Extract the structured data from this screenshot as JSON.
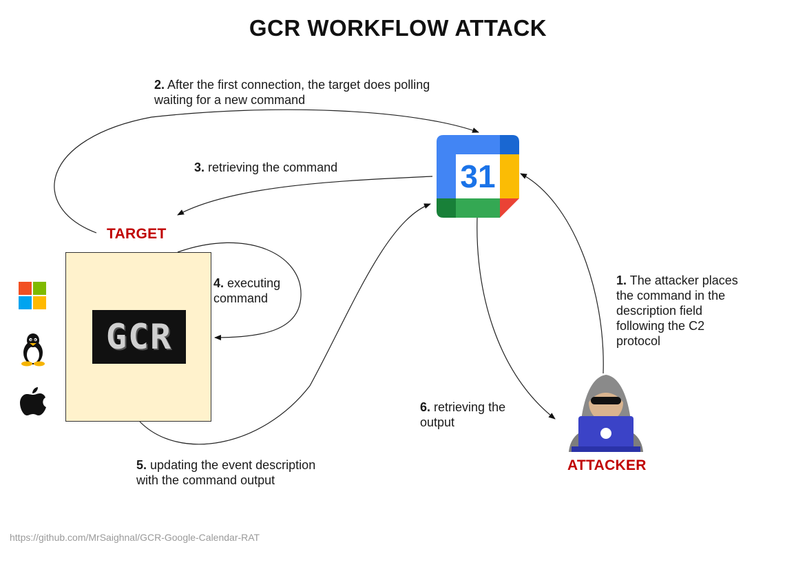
{
  "title": "GCR WORKFLOW ATTACK",
  "actors": {
    "target_label": "TARGET",
    "attacker_label": "ATTACKER"
  },
  "target_box": {
    "logo_text": "GCR",
    "os_icons": [
      "windows-icon",
      "linux-tux-icon",
      "apple-icon"
    ]
  },
  "calendar_icon": {
    "name": "google-calendar-icon",
    "day": "31"
  },
  "steps": [
    {
      "num": "1.",
      "line1": "The attacker places",
      "line2": "the command in the",
      "line3": "description field",
      "line4": "following the C2",
      "line5": "protocol"
    },
    {
      "num": "2.",
      "line1": "After the first connection, the target does polling",
      "line2": "waiting for a new command"
    },
    {
      "num": "3.",
      "line1": "retrieving the command"
    },
    {
      "num": "4.",
      "line1": "executing",
      "line2": "command"
    },
    {
      "num": "5.",
      "line1": "updating the event description",
      "line2": "with the command output"
    },
    {
      "num": "6.",
      "line1": "retrieving the",
      "line2": "output"
    }
  ],
  "source_url": "https://github.com/MrSaighnal/GCR-Google-Calendar-RAT",
  "colors": {
    "label_red": "#c00000",
    "target_fill": "#fff2cc",
    "cal_blue": "#4285f4",
    "cal_green": "#34a853",
    "cal_yellow": "#fbbc04",
    "cal_red": "#ea4335",
    "attacker_laptop": "#3b43c7"
  }
}
